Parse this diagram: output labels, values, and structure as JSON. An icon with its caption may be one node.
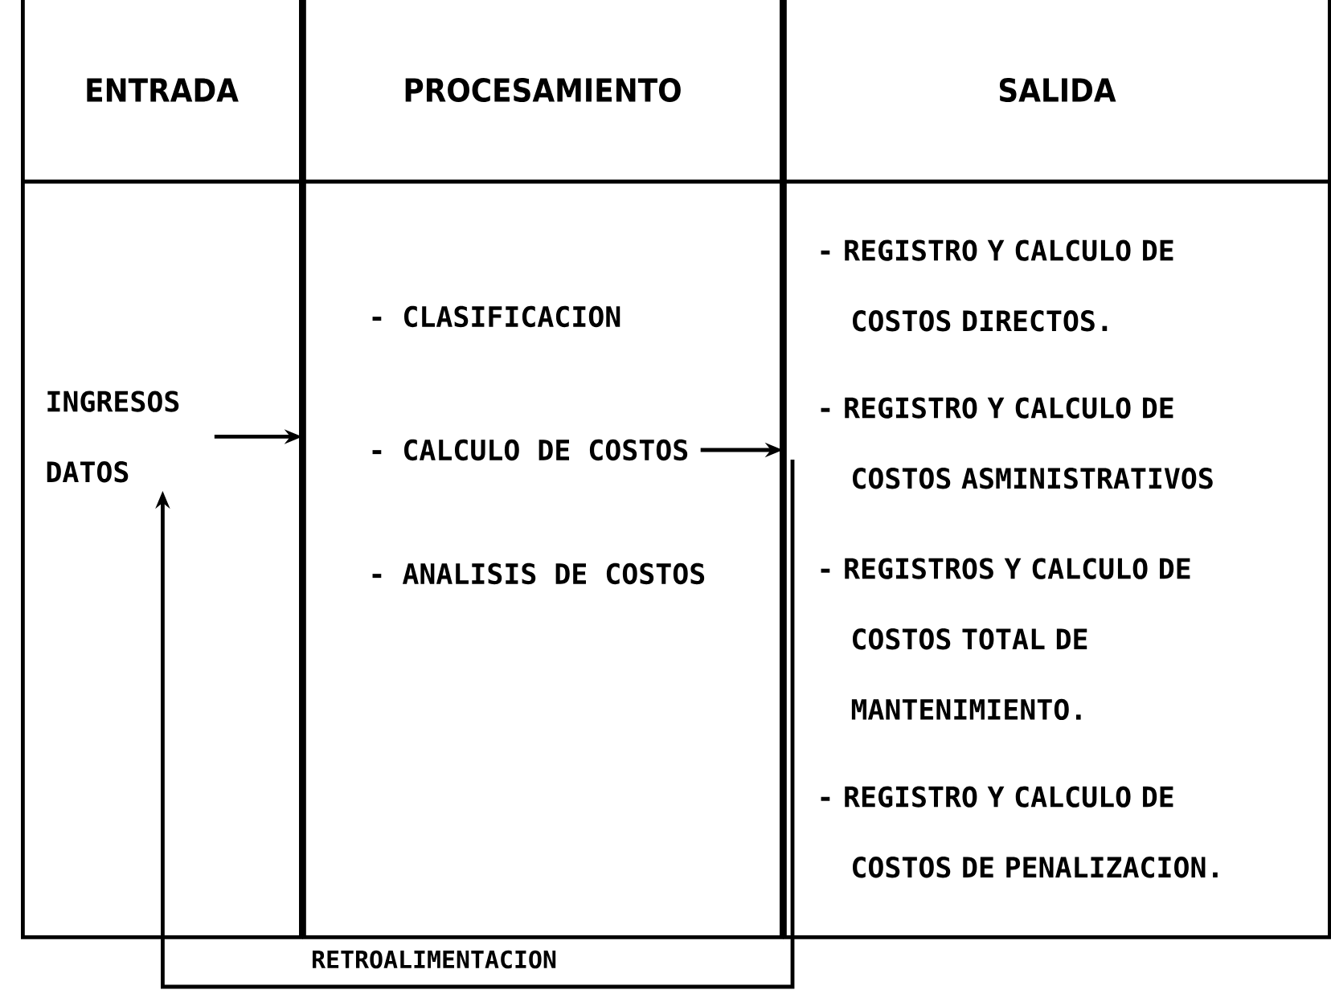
{
  "diagram": {
    "nodes": [
      {
        "text": [
          "ENTRADA"
        ]
      },
      {
        "text": [
          "INGRESOS DATOS"
        ],
        "in": 0
      },
      {
        "text": [
          "PROCESAMIENTO"
        ]
      },
      {
        "text": [
          "- CLASIFICACION"
        ],
        "in": 2
      },
      {
        "text": [
          "- CALCULO DE COSTOS"
        ],
        "in": 2
      },
      {
        "text": [
          "- ANALISIS DE COSTOS"
        ],
        "in": 2
      },
      {
        "text": [
          "SALIDA"
        ]
      },
      {
        "text": [
          "- REGISTRO Y CALCULO DE COSTOS DIRECTOS."
        ],
        "in": 6
      },
      {
        "text": [
          "- REGISTRO Y CALCULO DE COSTOS ASMINISTRATIVOS"
        ],
        "in": 6
      },
      {
        "text": [
          "- REGISTROS Y CALCULO DE COSTOS TOTAL DE MANTENIMIENTO."
        ],
        "in": 6
      },
      {
        "text": [
          "- REGISTRO Y CALCULO DE COSTOS DE PENALIZACION."
        ],
        "in": 6
      }
    ],
    "edges": [
      {
        "from": 1,
        "to": 2,
        "arrow": "to"
      },
      {
        "from": 4,
        "to": 6,
        "arrow": "to"
      },
      {
        "from": 6,
        "to": 1,
        "arrow": "to",
        "label": "RETROALIMENTACION"
      }
    ]
  }
}
